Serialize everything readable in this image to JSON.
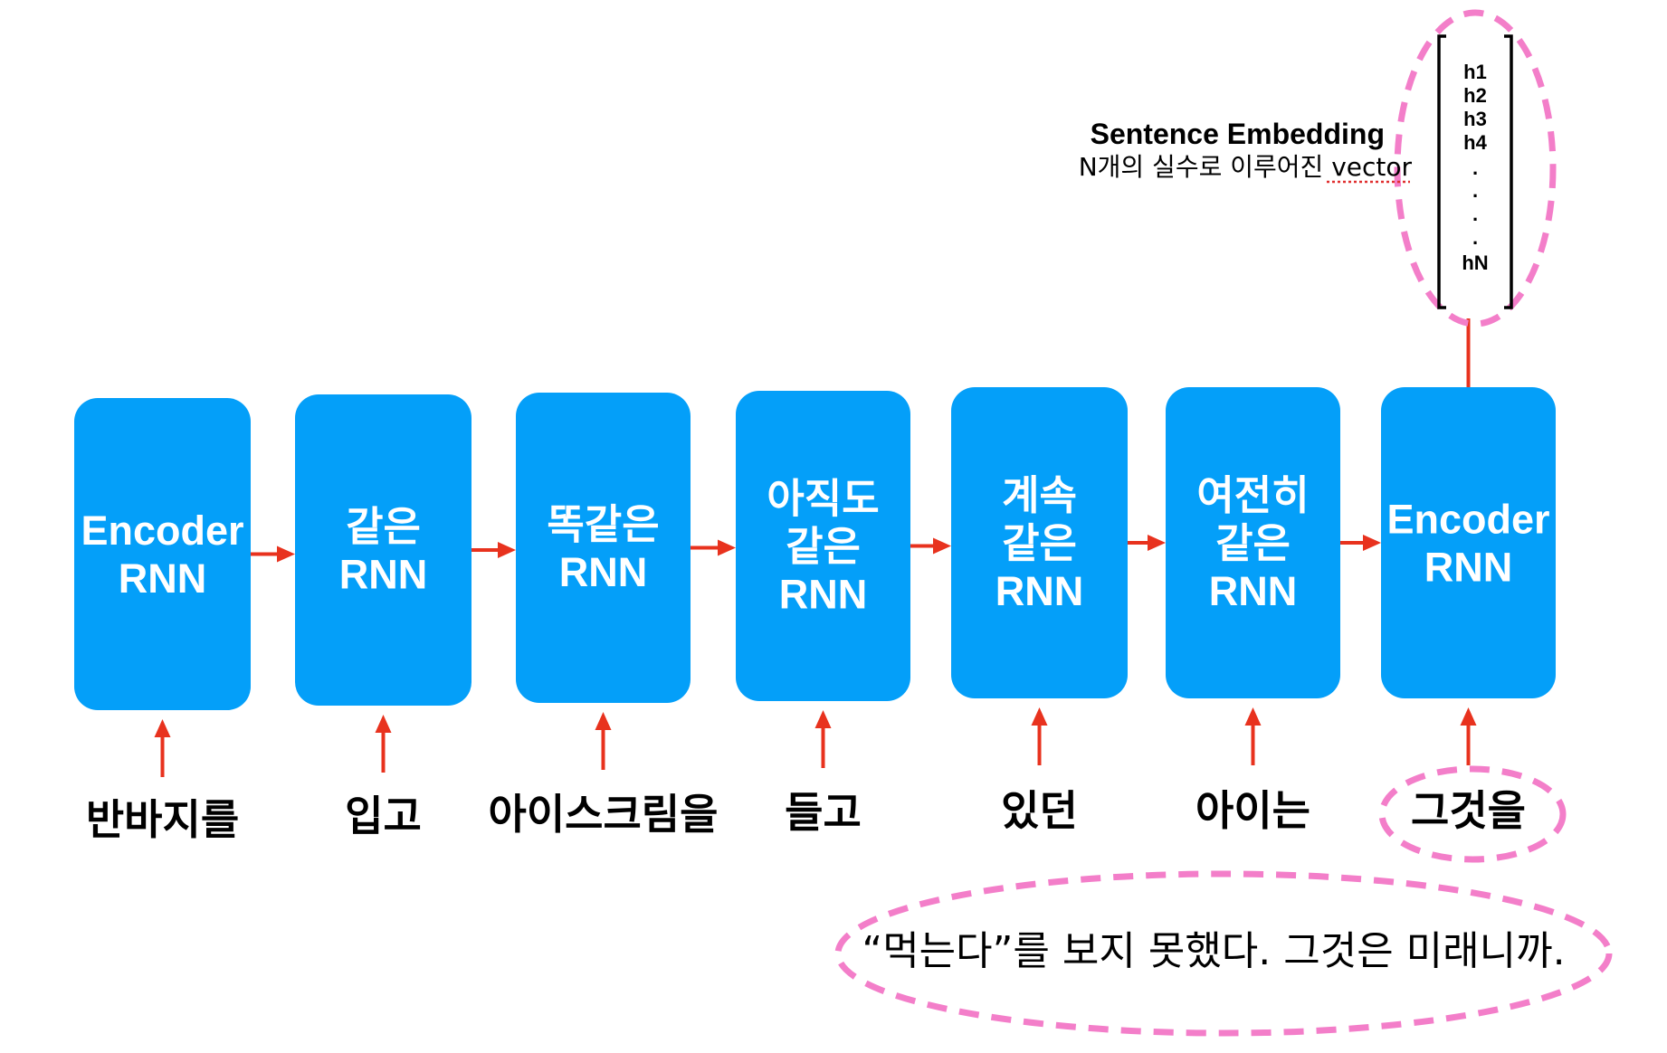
{
  "blocks": [
    {
      "lines": [
        "Encoder",
        "RNN"
      ],
      "word": "반바지를"
    },
    {
      "lines": [
        "같은",
        "RNN"
      ],
      "word": "입고"
    },
    {
      "lines": [
        "똑같은",
        "RNN"
      ],
      "word": "아이스크림을"
    },
    {
      "lines": [
        "아직도",
        "같은",
        "RNN"
      ],
      "word": "들고"
    },
    {
      "lines": [
        "계속",
        "같은",
        "RNN"
      ],
      "word": "있던"
    },
    {
      "lines": [
        "여전히",
        "같은",
        "RNN"
      ],
      "word": "아이는"
    },
    {
      "lines": [
        "Encoder",
        "RNN"
      ],
      "word": "그것을"
    }
  ],
  "embedding": {
    "title": "Sentence Embedding",
    "subtitle_text": "N개의 실수로 이루어진 ",
    "subtitle_word": "vector",
    "vector": [
      "h1",
      "h2",
      "h3",
      "h4",
      ".",
      ".",
      ".",
      ".",
      "hN"
    ]
  },
  "note": "“먹는다”를 보지 못했다. 그것은 미래니까.",
  "colors": {
    "block": "#049ff9",
    "arrow": "#e8321e",
    "highlight": "#f37ec9"
  }
}
